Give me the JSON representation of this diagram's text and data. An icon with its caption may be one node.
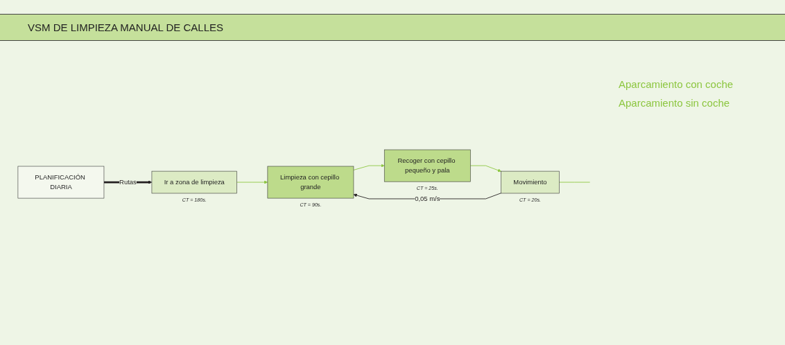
{
  "diagram": {
    "title": "VSM DE LIMPIEZA MANUAL DE CALLES",
    "nodes": [
      {
        "text": [
          "PLANIFICACIÓN DIARIA"
        ]
      },
      {
        "text": [
          "Ir a zona de limpieza"
        ],
        "beside": [
          "CT = 180s."
        ]
      },
      {
        "text": [
          "Limpieza con cepillo grande"
        ],
        "beside": [
          "CT = 90s."
        ]
      },
      {
        "text": [
          "Recoger con cepillo pequeño y pala"
        ],
        "beside": [
          "CT = 25s."
        ]
      },
      {
        "text": [
          "Movimiento"
        ],
        "beside": [
          "CT = 20s."
        ]
      }
    ],
    "edges": [
      {
        "from": 0,
        "to": 1,
        "arrow": "to",
        "label": "Rutas",
        "style": "thick",
        "color": "#231f20"
      },
      {
        "from": 1,
        "to": 2,
        "arrow": "to"
      },
      {
        "from": 2,
        "to": 3,
        "arrow": "to"
      },
      {
        "from": 3,
        "to": 4,
        "arrow": "to"
      },
      {
        "from": 4,
        "to": 2,
        "arrow": "to",
        "label": "0,05 m/s",
        "color": "#231f20"
      },
      {
        "from": 4,
        "to": null,
        "arrow": "none"
      }
    ],
    "labels": [
      "Aparcamiento con coche",
      "Aparcamiento sin coche"
    ]
  }
}
